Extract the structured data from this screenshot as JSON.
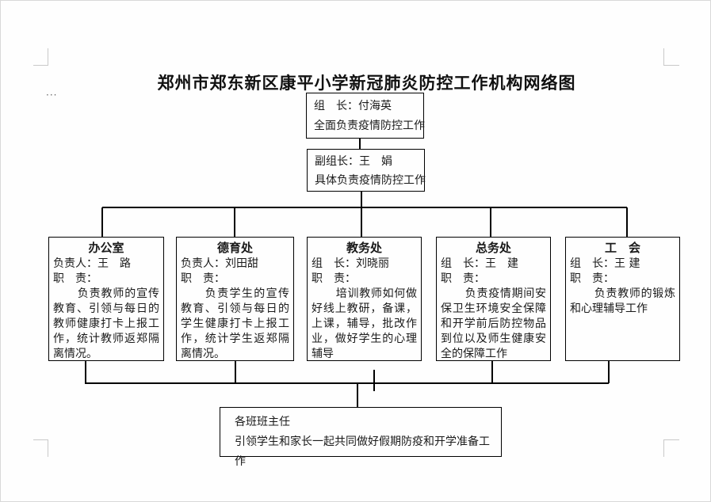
{
  "window": {
    "title_text": "郑州市郑东新区康平小学新冠肺炎防控工作机构网络图",
    "collapse_dots": "···"
  },
  "org_chart": {
    "leader_box": {
      "role_line": "组　长：付海英",
      "duty_line": "全面负责疫情防控工作"
    },
    "deputy_box": {
      "role_line": "副组长：王　娟",
      "duty_line": "具体负责疫情防控工作"
    },
    "departments": [
      {
        "title": "办公室",
        "head_line": "负责人：王　路",
        "duty_label": "职　责：",
        "duty_text": "负责教师的宣传教育、引领与每日的教师健康打卡上报工作，统计教师返郑隔离情况。"
      },
      {
        "title": "德育处",
        "head_line": "负责人：刘田甜",
        "duty_label": "职　责：",
        "duty_text": "负责学生的宣传教育、引领与每日的学生健康打卡上报工作，统计学生返郑隔离情况。"
      },
      {
        "title": "教务处",
        "head_line": "组　长：刘晓丽",
        "duty_label": "职　责：",
        "duty_text": "培训教师如何做好线上教研，备课，上课，辅导，批改作业，做好学生的心理辅导"
      },
      {
        "title": "总务处",
        "head_line": "组　长：王　建",
        "duty_label": "职　责：",
        "duty_text": "负责疫情期间安保卫生环境安全保障和开学前后防控物品到位以及师生健康安全的保障工作"
      },
      {
        "title": "工　会",
        "head_line": "组　长：王 建",
        "duty_label": "职　责：",
        "duty_text": "负责教师的锻炼和心理辅导工作"
      }
    ],
    "class_teachers_box": {
      "line1": "各班班主任",
      "line2": "引领学生和家长一起共同做好假期防疫和开学准备工作"
    }
  },
  "colors": {
    "line_color": "#000000",
    "text_color": "#1a1a1a",
    "boundary_mark_color": "#c9c9c9",
    "page_border_color": "#d9d9d9"
  }
}
